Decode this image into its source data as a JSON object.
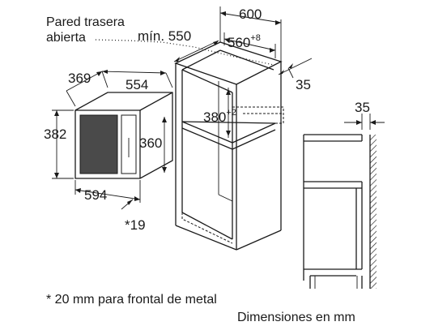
{
  "labels": {
    "rear_wall_line1": "Pared trasera",
    "rear_wall_line2": "abierta",
    "min_depth": "mín. 550",
    "width_600": "600",
    "niche_width_main": "560",
    "niche_width_tol": "+8",
    "side_35": "35",
    "oven_depth": "369",
    "oven_width_554": "554",
    "oven_height": "382",
    "inner_height": "360",
    "front_width": "594",
    "front_note": "*19",
    "niche_height_main": "380",
    "niche_height_tol": "+2",
    "wall_gap_35": "35",
    "footnote": "* 20 mm para frontal de metal",
    "units_note": "Dimensiones en mm"
  },
  "icons": [
    "oven-perspective-drawing",
    "tall-cabinet-perspective-drawing",
    "cabinet-side-section-drawing",
    "hatched-wall-pattern"
  ]
}
